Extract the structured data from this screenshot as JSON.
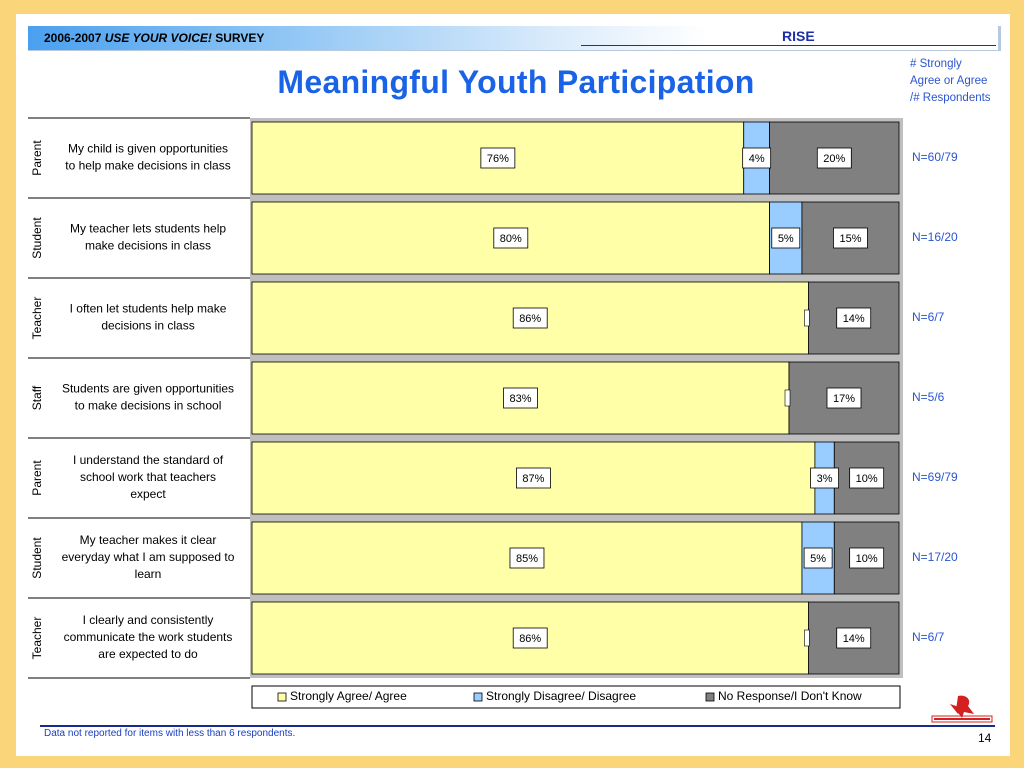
{
  "header": {
    "survey_year": "2006-2007",
    "survey_name": "USE YOUR VOICE!",
    "survey_suffix": "SURVEY",
    "program": "RISE"
  },
  "title": "Meaningful Youth Participation",
  "side_note": [
    "# Strongly",
    "Agree or Agree",
    "/# Respondents"
  ],
  "footer": {
    "note": "Data not reported for items with less than 6 respondents.",
    "page": "14"
  },
  "colors": {
    "agree": "#ffffa8",
    "disagree": "#99ccff",
    "no_response": "#808080",
    "n_text": "#2a55d0"
  },
  "chart_data": {
    "type": "bar",
    "orientation": "horizontal",
    "stacked": true,
    "percent": true,
    "xlim": [
      0,
      100
    ],
    "legend_position": "bottom",
    "series": [
      {
        "name": "Strongly Agree/ Agree",
        "color": "#ffffa8"
      },
      {
        "name": "Strongly Disagree/ Disagree",
        "color": "#99ccff"
      },
      {
        "name": "No Response/I Don't Know",
        "color": "#808080"
      }
    ],
    "rows": [
      {
        "group": "Parent",
        "question": [
          "My child is given opportunities",
          "to help make decisions in class"
        ],
        "values": [
          76,
          4,
          20
        ],
        "labels": [
          "76%",
          "4%",
          "20%"
        ],
        "n": "N=60/79"
      },
      {
        "group": "Student",
        "question": [
          "My teacher lets students help",
          "make decisions in class"
        ],
        "values": [
          80,
          5,
          15
        ],
        "labels": [
          "80%",
          "5%",
          "15%"
        ],
        "n": "N=16/20"
      },
      {
        "group": "Teacher",
        "question": [
          "I often let students help make",
          "decisions in class"
        ],
        "values": [
          86,
          0,
          14
        ],
        "labels": [
          "86%",
          "",
          "14%"
        ],
        "n": "N=6/7"
      },
      {
        "group": "Staff",
        "question": [
          "Students are given opportunities",
          "to make decisions in school"
        ],
        "values": [
          83,
          0,
          17
        ],
        "labels": [
          "83%",
          "",
          "17%"
        ],
        "n": "N=5/6"
      },
      {
        "group": "Parent",
        "question": [
          "I understand the standard of",
          "school work that teachers",
          "expect"
        ],
        "values": [
          87,
          3,
          10
        ],
        "labels": [
          "87%",
          "3%",
          "10%"
        ],
        "n": "N=69/79"
      },
      {
        "group": "Student",
        "question": [
          "My teacher makes it clear",
          "everyday what I am supposed to",
          "learn"
        ],
        "values": [
          85,
          5,
          10
        ],
        "labels": [
          "85%",
          "5%",
          "10%"
        ],
        "n": "N=17/20"
      },
      {
        "group": "Teacher",
        "question": [
          "I clearly and consistently",
          "communicate the work students",
          "are expected to do"
        ],
        "values": [
          86,
          0,
          14
        ],
        "labels": [
          "86%",
          "",
          "14%"
        ],
        "n": "N=6/7"
      }
    ]
  }
}
